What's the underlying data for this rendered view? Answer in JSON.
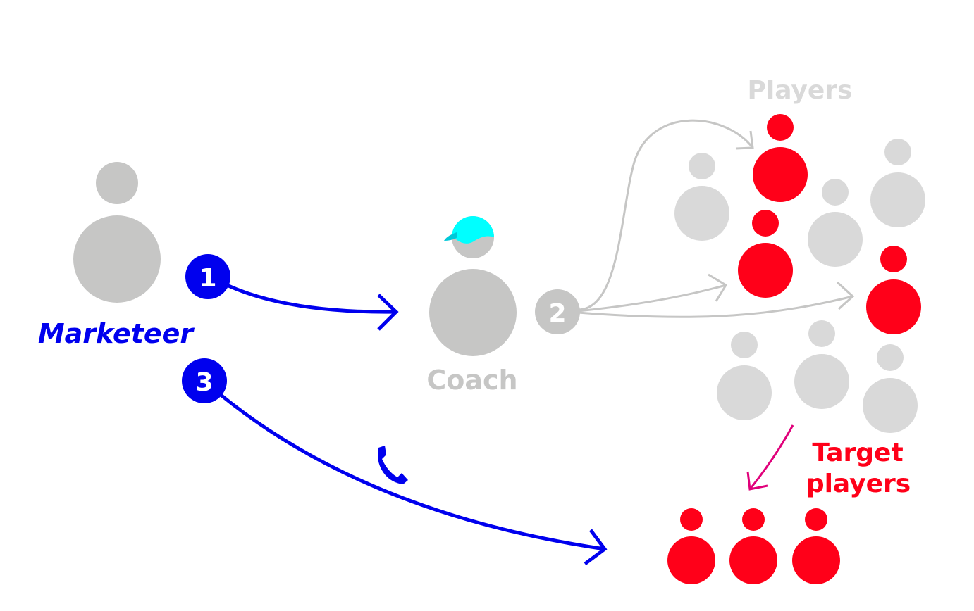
{
  "labels": {
    "marketeer": "Marketeer",
    "coach": "Coach",
    "players": "Players",
    "target_line1": "Target",
    "target_line2": "players"
  },
  "steps": {
    "step1": "1",
    "step2": "2",
    "step3": "3"
  },
  "colors": {
    "blue": "#0000ee",
    "gray": "#c6c6c5",
    "light_gray": "#d9d9d9",
    "red": "#ff0019",
    "cyan": "#00ffff",
    "magenta": "#e0007a"
  },
  "icons": {
    "cap": "baseball-cap-icon",
    "phone": "phone-icon"
  }
}
